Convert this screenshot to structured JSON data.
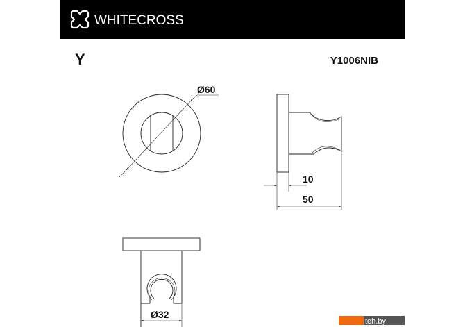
{
  "header": {
    "brand": "WHITECROSS",
    "logo_icon": "cross-outline-icon",
    "background": "#000000"
  },
  "title": {
    "series": "Y",
    "model": "Y1006NIB"
  },
  "dimensions": {
    "front_diameter": "Ø60",
    "plate_thickness": "10",
    "total_depth": "50",
    "holder_diameter": "Ø32"
  },
  "watermark": {
    "text": "teh.by",
    "accent": "#f26a10",
    "background": "#555555"
  }
}
